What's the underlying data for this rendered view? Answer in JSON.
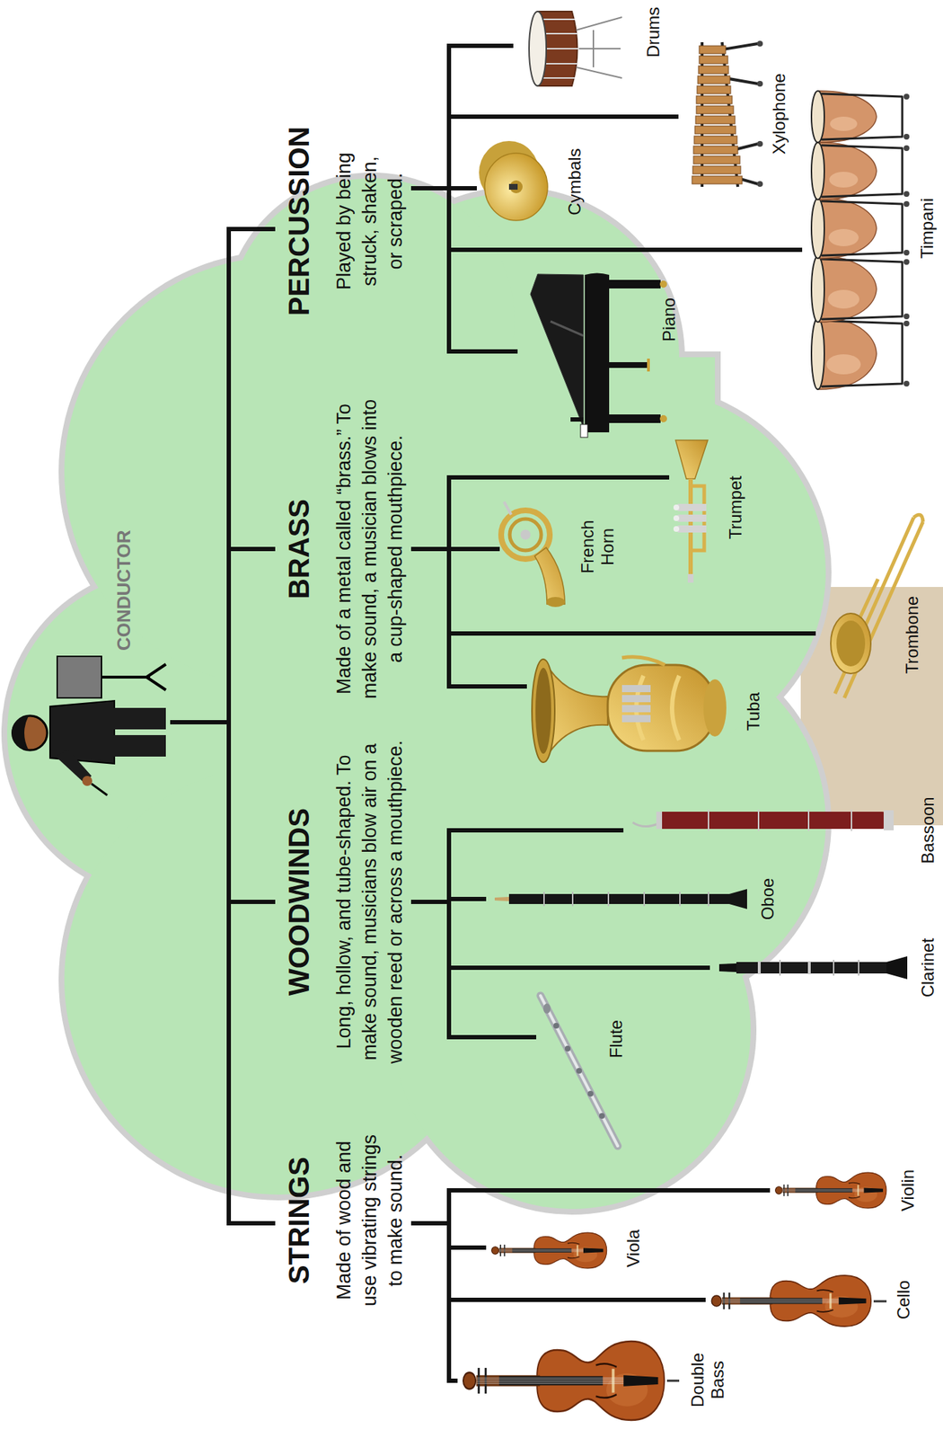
{
  "diagram": {
    "nodes": [
      {
        "text": [
          "CONDUCTOR"
        ]
      },
      {
        "text": [
          "STRINGS",
          "Made of wood and use vibrating strings to make sound."
        ]
      },
      {
        "text": [
          "WOODWINDS",
          "Long, hollow, and tube-shaped. To make sound, musicians blow air on a wooden reed or across a mouthpiece."
        ]
      },
      {
        "text": [
          "BRASS",
          "Made of a metal called “brass.” To make sound, a musician blows into a cup-shaped mouthpiece."
        ]
      },
      {
        "text": [
          "PERCUSSION",
          "Played by being struck, shaken, or scraped."
        ]
      },
      {
        "text": [
          "Double Bass"
        ]
      },
      {
        "text": [
          "Cello"
        ]
      },
      {
        "text": [
          "Viola"
        ]
      },
      {
        "text": [
          "Violin"
        ]
      },
      {
        "text": [
          "Flute"
        ]
      },
      {
        "text": [
          "Clarinet"
        ]
      },
      {
        "text": [
          "Oboe"
        ]
      },
      {
        "text": [
          "Bassoon"
        ]
      },
      {
        "text": [
          "Tuba"
        ]
      },
      {
        "text": [
          "Trombone"
        ]
      },
      {
        "text": [
          "French Horn"
        ]
      },
      {
        "text": [
          "Trumpet"
        ]
      },
      {
        "text": [
          "Piano"
        ]
      },
      {
        "text": [
          "Timpani"
        ]
      },
      {
        "text": [
          "Cymbals"
        ]
      },
      {
        "text": [
          "Xylophone"
        ]
      },
      {
        "text": [
          "Drums"
        ]
      }
    ],
    "edges": [
      {
        "from": 0,
        "to": 1,
        "arrow": "none"
      },
      {
        "from": 0,
        "to": 2,
        "arrow": "none"
      },
      {
        "from": 0,
        "to": 3,
        "arrow": "none"
      },
      {
        "from": 0,
        "to": 4,
        "arrow": "none"
      },
      {
        "from": 1,
        "to": 5,
        "arrow": "none"
      },
      {
        "from": 1,
        "to": 6,
        "arrow": "none"
      },
      {
        "from": 1,
        "to": 7,
        "arrow": "none"
      },
      {
        "from": 1,
        "to": 8,
        "arrow": "none"
      },
      {
        "from": 2,
        "to": 9,
        "arrow": "none"
      },
      {
        "from": 2,
        "to": 10,
        "arrow": "none"
      },
      {
        "from": 2,
        "to": 11,
        "arrow": "none"
      },
      {
        "from": 2,
        "to": 12,
        "arrow": "none"
      },
      {
        "from": 3,
        "to": 13,
        "arrow": "none"
      },
      {
        "from": 3,
        "to": 14,
        "arrow": "none"
      },
      {
        "from": 3,
        "to": 15,
        "arrow": "none"
      },
      {
        "from": 3,
        "to": 16,
        "arrow": "none"
      },
      {
        "from": 4,
        "to": 17,
        "arrow": "none"
      },
      {
        "from": 4,
        "to": 18,
        "arrow": "none"
      },
      {
        "from": 4,
        "to": 19,
        "arrow": "none"
      },
      {
        "from": 4,
        "to": 20,
        "arrow": "none"
      },
      {
        "from": 4,
        "to": 21,
        "arrow": "none"
      }
    ]
  }
}
